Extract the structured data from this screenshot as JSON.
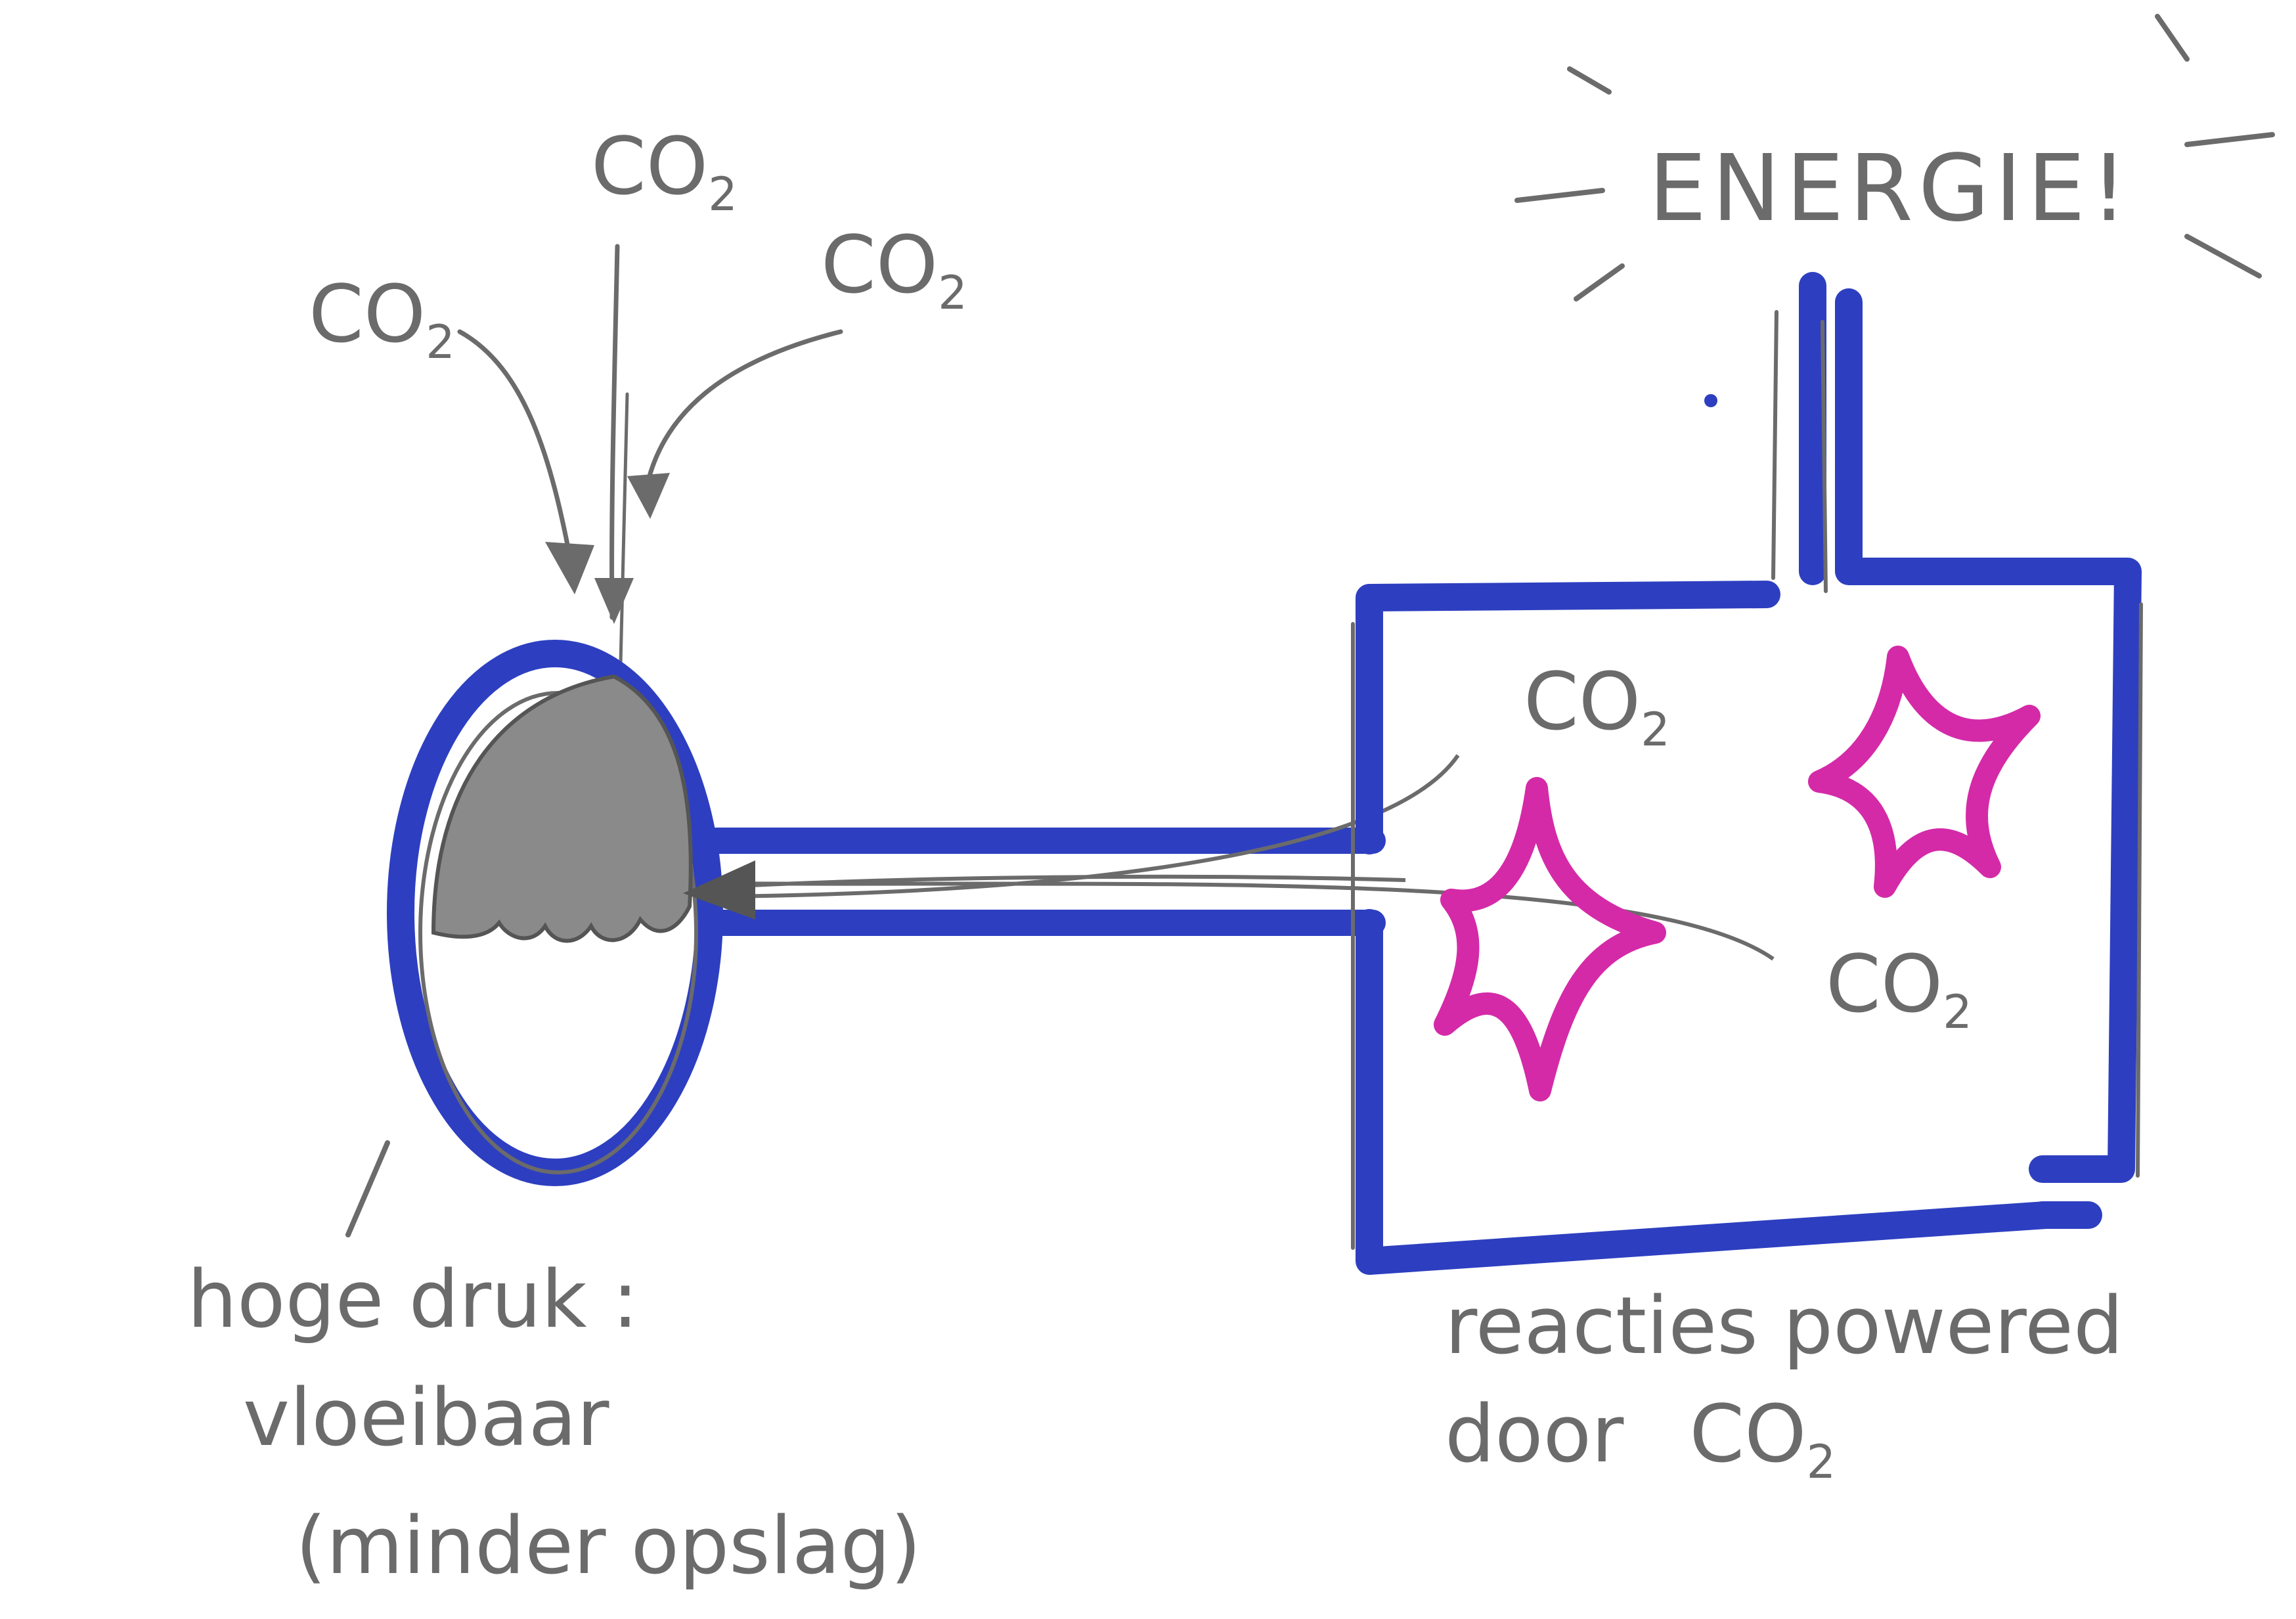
{
  "labels": {
    "co2_main": "CO",
    "co2_sub": "2",
    "energy": "ENERGIE!",
    "storage_line1": "hoge druk :",
    "storage_line2": "vloeibaar",
    "storage_line3": "(minder opslag)",
    "reaction_line1": "reacties powered",
    "reaction_line2": "door"
  },
  "colors": {
    "blue": "#2d3fc0",
    "magenta": "#d42aa8",
    "pencil": "#6b6b6b",
    "background": "#ffffff"
  }
}
